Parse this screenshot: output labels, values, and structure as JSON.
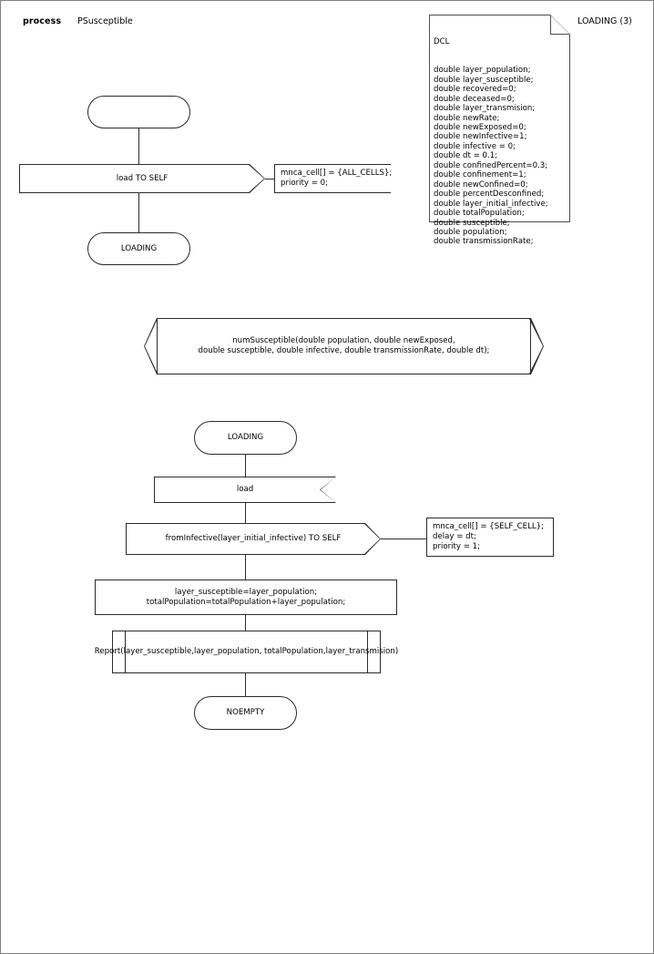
{
  "header": {
    "keyword": "process",
    "process_name": "PSusceptible",
    "page_label": "LOADING (3)"
  },
  "dcl_note": {
    "title": "DCL",
    "declarations": [
      "double layer_population;",
      "double layer_susceptible;",
      "double recovered=0;",
      "double deceased=0;",
      "double layer_transmision;",
      "double newRate;",
      "double newExposed=0;",
      "double newInfective=1;",
      "double infective = 0;",
      "double dt = 0.1;",
      "double confinedPercent=0.3;",
      "double confinement=1;",
      "double newConfined=0;",
      "double percentDesconfined;",
      "double layer_initial_infective;",
      "double totalPopulation;",
      "double susceptible;",
      "double population;",
      "double transmissionRate;"
    ]
  },
  "diagram1": {
    "start_state_label": "",
    "output_label": "load TO SELF",
    "output_comment": "mnca_cell[] = {ALL_CELLS};\npriority = 0;",
    "next_state_label": "LOADING"
  },
  "macro_symbol": {
    "text": "numSusceptible(double population, double newExposed,\ndouble susceptible, double infective, double transmissionRate, double dt);"
  },
  "diagram2": {
    "state_label": "LOADING",
    "input_label": "load",
    "output_label": "fromInfective(layer_initial_infective) TO SELF",
    "output_comment": "mnca_cell[] = {SELF_CELL};\ndelay = dt;\npriority = 1;",
    "task_text": "layer_susceptible=layer_population;\ntotalPopulation=totalPopulation+layer_population;",
    "procedure_call_text": "Report(layer_susceptible,layer_population, totalPopulation,layer_transmision)",
    "end_state_label": "NOEMPTY"
  },
  "colors": {
    "page_border": "#808080",
    "symbol_stroke": "#2b2b2b",
    "note_stroke": "#4d4d4d",
    "background": "#ffffff"
  }
}
